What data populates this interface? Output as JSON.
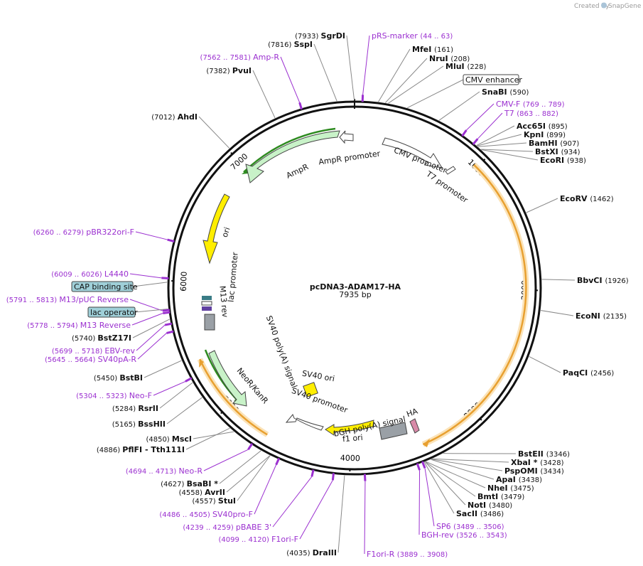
{
  "credit": {
    "text": "Created by",
    "brand": "SnapGene"
  },
  "plasmid": {
    "name": "pcDNA3-ADAM17-HA",
    "length": 7935,
    "length_label": "7935 bp"
  },
  "ticks": [
    {
      "pos": 1000,
      "label": "1000"
    },
    {
      "pos": 2000,
      "label": "2000"
    },
    {
      "pos": 3000,
      "label": "3000"
    },
    {
      "pos": 4000,
      "label": "4000"
    },
    {
      "pos": 5000,
      "label": "5000"
    },
    {
      "pos": 6000,
      "label": "6000"
    },
    {
      "pos": 7000,
      "label": "7000"
    }
  ],
  "enzymes": [
    {
      "name": "SgrDI",
      "pos": "(7933)",
      "at": 7933
    },
    {
      "name": "SspI",
      "pos": "(7816)",
      "at": 7816
    },
    {
      "name": "PvuI",
      "pos": "(7382)",
      "at": 7382
    },
    {
      "name": "AhdI",
      "pos": "(7012)",
      "at": 7012
    },
    {
      "name": "MfeI",
      "pos": "(161)",
      "at": 161
    },
    {
      "name": "NruI",
      "pos": "(208)",
      "at": 208
    },
    {
      "name": "MluI",
      "pos": "(228)",
      "at": 228
    },
    {
      "name": "SnaBI",
      "pos": "(590)",
      "at": 590
    },
    {
      "name": "Acc65I",
      "pos": "(895)",
      "at": 895
    },
    {
      "name": "KpnI",
      "pos": "(899)",
      "at": 899
    },
    {
      "name": "BamHI",
      "pos": "(907)",
      "at": 907
    },
    {
      "name": "BstXI",
      "pos": "(934)",
      "at": 934
    },
    {
      "name": "EcoRI",
      "pos": "(938)",
      "at": 938
    },
    {
      "name": "EcoRV",
      "pos": "(1462)",
      "at": 1462
    },
    {
      "name": "BbvCI",
      "pos": "(1926)",
      "at": 1926
    },
    {
      "name": "EcoNI",
      "pos": "(2135)",
      "at": 2135
    },
    {
      "name": "PaqCI",
      "pos": "(2456)",
      "at": 2456
    },
    {
      "name": "BstEII",
      "pos": "(3346)",
      "at": 3346
    },
    {
      "name": "XbaI *",
      "pos": "(3428)",
      "at": 3428
    },
    {
      "name": "PspOMI",
      "pos": "(3434)",
      "at": 3434
    },
    {
      "name": "ApaI",
      "pos": "(3438)",
      "at": 3438
    },
    {
      "name": "NheI",
      "pos": "(3475)",
      "at": 3475
    },
    {
      "name": "BmtI",
      "pos": "(3479)",
      "at": 3479
    },
    {
      "name": "NotI",
      "pos": "(3480)",
      "at": 3480
    },
    {
      "name": "SacII",
      "pos": "(3486)",
      "at": 3486
    },
    {
      "name": "DraIII",
      "pos": "(4035)",
      "at": 4035
    },
    {
      "name": "StuI",
      "pos": "(4557)",
      "at": 4557
    },
    {
      "name": "AvrII",
      "pos": "(4558)",
      "at": 4558
    },
    {
      "name": "BsaBI *",
      "pos": "(4627)",
      "at": 4627
    },
    {
      "name": "MscI",
      "pos": "(4850)",
      "at": 4850
    },
    {
      "name": "PflFI - Tth111I",
      "pos": "(4886)",
      "at": 4886
    },
    {
      "name": "BssHII",
      "pos": "(5165)",
      "at": 5165
    },
    {
      "name": "RsrII",
      "pos": "(5284)",
      "at": 5284
    },
    {
      "name": "BstBI",
      "pos": "(5450)",
      "at": 5450
    },
    {
      "name": "BstZ17I",
      "pos": "(5740)",
      "at": 5740
    }
  ],
  "primers": [
    {
      "name": "pRS-marker",
      "range": "(44 .. 63)",
      "at": 54
    },
    {
      "name": "Amp-R",
      "range": "(7562 .. 7581)",
      "at": 7571
    },
    {
      "name": "CMV-F",
      "range": "(769 .. 789)",
      "at": 779
    },
    {
      "name": "T7",
      "range": "(863 .. 882)",
      "at": 872
    },
    {
      "name": "pBR322ori-F",
      "range": "(6260 .. 6279)",
      "at": 6270
    },
    {
      "name": "L4440",
      "range": "(6009 .. 6026)",
      "at": 6017
    },
    {
      "name": "M13/pUC Reverse",
      "range": "(5791 .. 5813)",
      "at": 5802
    },
    {
      "name": "M13 Reverse",
      "range": "(5778 .. 5794)",
      "at": 5786
    },
    {
      "name": "EBV-rev",
      "range": "(5699 .. 5718)",
      "at": 5708
    },
    {
      "name": "SV40pA-R",
      "range": "(5645 .. 5664)",
      "at": 5654
    },
    {
      "name": "Neo-F",
      "range": "(5304 .. 5323)",
      "at": 5314
    },
    {
      "name": "Neo-R",
      "range": "(4694 .. 4713)",
      "at": 4703
    },
    {
      "name": "SV40pro-F",
      "range": "(4486 .. 4505)",
      "at": 4495
    },
    {
      "name": "pBABE 3'",
      "range": "(4239 .. 4259)",
      "at": 4249
    },
    {
      "name": "F1ori-F",
      "range": "(4099 .. 4120)",
      "at": 4110
    },
    {
      "name": "F1ori-R",
      "range": "(3889 .. 3908)",
      "at": 3898
    },
    {
      "name": "SP6",
      "range": "(3489 .. 3506)",
      "at": 3497
    },
    {
      "name": "BGH-rev",
      "range": "(3526 .. 3543)",
      "at": 3534
    }
  ],
  "boxed_labels": [
    {
      "name": "CMV enhancer",
      "color": "#ffffff",
      "at": 360
    },
    {
      "name": "CAP binding site",
      "color": "#9fcfd8",
      "at": 5990
    },
    {
      "name": "lac operator",
      "color": "#9fcfd8",
      "at": 5810
    }
  ],
  "features": [
    {
      "name": "AmpR",
      "color": "#c8f2c8"
    },
    {
      "name": "AmpR promoter",
      "color": "#ffffff"
    },
    {
      "name": "CMV promoter",
      "color": "#ffffff"
    },
    {
      "name": "T7 promoter",
      "color": "#ffffff"
    },
    {
      "name": "ori",
      "color": "#ffee00"
    },
    {
      "name": "lac promoter",
      "color": "#ffffff"
    },
    {
      "name": "M13 rev",
      "color": "#ffffff"
    },
    {
      "name": "SV40 poly(A) signal",
      "color": "#9aa0a6"
    },
    {
      "name": "NeoR/KanR",
      "color": "#c8f2c8"
    },
    {
      "name": "SV40 ori",
      "color": "#ffee00"
    },
    {
      "name": "SV40 promoter",
      "color": "#ffffff"
    },
    {
      "name": "f1 ori",
      "color": "#ffee00"
    },
    {
      "name": "bGH poly(A) signal",
      "color": "#9aa0a6"
    },
    {
      "name": "HA",
      "color": "#d88aa8"
    }
  ],
  "colors": {
    "primer": "#9b30d0",
    "orf": "#e8a030",
    "orf_glow": "#fbe3b8",
    "green_orf": "#2e8b20"
  }
}
